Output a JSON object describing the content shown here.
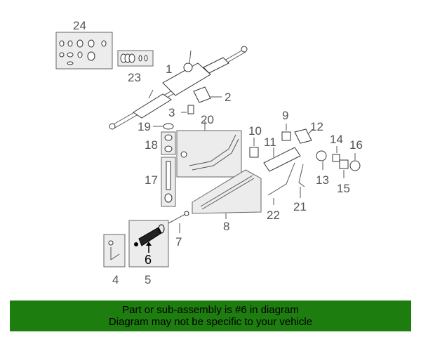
{
  "diagram": {
    "callouts": [
      "1",
      "2",
      "3",
      "4",
      "5",
      "6",
      "7",
      "8",
      "9",
      "10",
      "11",
      "12",
      "13",
      "14",
      "15",
      "16",
      "17",
      "18",
      "19",
      "20",
      "21",
      "22",
      "23",
      "24"
    ],
    "highlighted": "6",
    "highlight_color": "#000000",
    "part_color": "#555555"
  },
  "banner": {
    "line1": "Part or sub-assembly is #6 in diagram",
    "line2": "Diagram may not be specific to your vehicle",
    "background": "#1e7d0f"
  }
}
